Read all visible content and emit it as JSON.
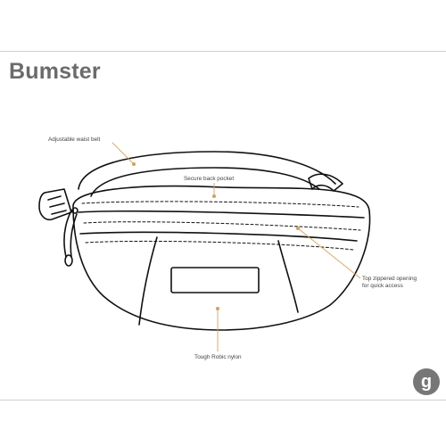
{
  "title": "Bumster",
  "callouts": {
    "belt": "Adjustable waist belt",
    "pocket": "Secure back pocket",
    "zipper_line1": "Top zippered opening",
    "zipper_line2": "for quick access",
    "nylon": "Tough Robic nylon"
  },
  "colors": {
    "title": "#6b6b6b",
    "leader": "#d9a15a",
    "outline": "#111111",
    "logo": "#777777"
  },
  "logo": {
    "icon": "g-logo-icon",
    "letter": "g"
  }
}
